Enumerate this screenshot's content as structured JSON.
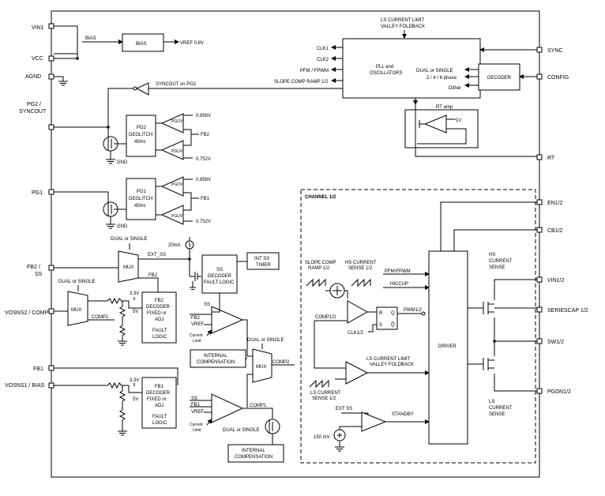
{
  "pins_left": {
    "vin1": "VIN1",
    "vcc": "VCC",
    "agnd": "AGND",
    "pg2_line1": "PG2 /",
    "pg2_line2": "SYNCOUT",
    "pg1": "PG1",
    "fb2_line1": "FB2 /",
    "fb2_line2": "SS",
    "vosns2": "VOSNS2 / COMP",
    "fb1": "FB1",
    "vosns1": "VOSNS1 / BIAS"
  },
  "pins_right": {
    "sync": "SYNC",
    "config": "CONFIG",
    "rt": "RT",
    "en": "EN1/2",
    "cb": "CB1/2",
    "vin": "VIN1/2",
    "seriescap": "SERIESCAP 1/2",
    "sw": "SW1/2",
    "pgdn": "PGDN1/2"
  },
  "bias": {
    "in_label": "BIAS",
    "block": "BIAS",
    "vref": "VREF 0.8V"
  },
  "pll": {
    "top_line1": "LS CURRENT LIMIT",
    "top_line2": "VALLEY FOLDBACK",
    "title_line1": "PLL and",
    "title_line2": "OSCILLATORS",
    "clk1": "CLK1",
    "clk2": "CLK2",
    "pfm": "PFM / FPWM",
    "slope": "SLOPE COMP RAMP 1/2",
    "dual": "DUAL or SINGLE",
    "phase": "2 / 4 / 6 phase",
    "dither": "Dither"
  },
  "decoder": {
    "label": "DECODER"
  },
  "rt_amp": {
    "label": "RT amp",
    "ref": "1V"
  },
  "syncout": {
    "label": "SYNCOUT  on PG2"
  },
  "pg2": {
    "line1": "PG2",
    "line2": "DEGLITCH",
    "line3": "45ms",
    "pgov": "PGOV",
    "pguv": "PGUV",
    "v_hi": "0.856V",
    "fb": "FB2",
    "v_lo": "0.752V",
    "gnd": "GND"
  },
  "pg1": {
    "line1": "PG1",
    "line2": "DEGLITCH",
    "line3": "45ms",
    "pgov": "PGOV",
    "pguv": "PGUV",
    "v_hi": "0.856V",
    "fb": "FB1",
    "v_lo": "0.752V",
    "gnd": "GND"
  },
  "mux_top": {
    "dual": "DUAL or SINGLE",
    "label": "MUX",
    "ext_ss": "EXT_SS",
    "fb2": "FB2",
    "current": "20mA"
  },
  "ss_decoder": {
    "line1": "SS",
    "line2": "DECODER",
    "line3": "FAULT LOGIC"
  },
  "int_ss": {
    "line1": "INT SS",
    "line2": "TIMER"
  },
  "mux_left": {
    "dual": "DUAL or SINGLE",
    "label": "MUX",
    "comp1": "COMP1"
  },
  "fb2_dec": {
    "v33": "3.3V",
    "v5": "5V",
    "line1": "FB2",
    "line2": "DECODER",
    "line3": "FIXED or",
    "line4": "ADJ",
    "line5": "FAULT",
    "line6": "LOGIC",
    "ss": "SS"
  },
  "ea2": {
    "fb2": "FB2",
    "vref": "VREF",
    "current_limit_1": "Current",
    "current_limit_2": "Limit"
  },
  "int_comp_mid": {
    "line1": "INTERNAL",
    "line2": "COMPENSATION"
  },
  "mux_comp": {
    "dual": "DUAL or SINGLE",
    "label": "MUX",
    "comp2": "COMP2"
  },
  "fb1_dec": {
    "v33": "3.3V",
    "v5": "5V",
    "line1": "FB1",
    "line2": "DECODER",
    "line3": "FIXED or",
    "line4": "ADJ",
    "line5": "FAULT",
    "line6": "LOGIC"
  },
  "ea1": {
    "ss": "SS",
    "fb1": "FB1",
    "vref": "VREF",
    "current_limit_1": "Current",
    "current_limit_2": "Limit",
    "comp1": "COMP1",
    "dual": "DUAL or SINGLE"
  },
  "int_comp_bottom": {
    "line1": "INTERNAL",
    "line2": "COMPENSATION"
  },
  "channel": {
    "title": "CHANNEL 1/2",
    "slope_1": "SLOPE COMP",
    "slope_2": "RAMP 1/2",
    "hs_cs_1": "HS CURRENT",
    "hs_cs_2": "SENSE 1/2",
    "pfm": "PFM/FPWM",
    "hiccup": "HICCUP",
    "comp": "COMP1/2",
    "r": "R",
    "s": "S",
    "q": "Q",
    "qbar": "Q̅",
    "pwm": "PWM1/2",
    "clk": "CLK1/2",
    "ls_limit_1": "LS CURRENT LIMIT",
    "ls_limit_2": "VALLEY FOLDBACK",
    "ls_cs_1": "LS CURRENT",
    "ls_cs_2": "SENSE 1/2",
    "ext_ss": "EXT SS",
    "standby": "STANDBY",
    "v150": "150 mV",
    "driver": "DRIVER",
    "hs_right_1": "HS",
    "hs_right_2": "CURRENT",
    "hs_right_3": "SENSE",
    "ls_right_1": "LS",
    "ls_right_2": "CURRENT",
    "ls_right_3": "SENSE"
  }
}
